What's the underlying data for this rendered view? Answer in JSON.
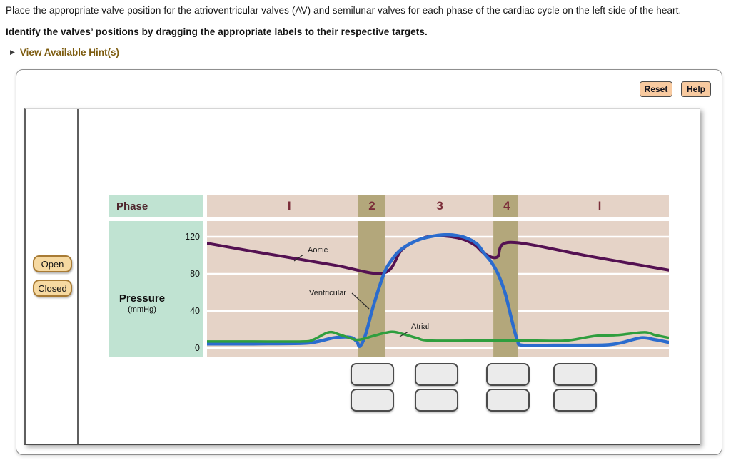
{
  "instructions": {
    "line1": "Place the appropriate valve position for the atrioventricular valves (AV) and semilunar valves for each phase of the cardiac cycle on the left side of the heart.",
    "line2": "Identify the valves’ positions by dragging the appropriate labels to their respective targets.",
    "hint_arrow": "▶",
    "hint_link": "View Available Hint(s)"
  },
  "toolbar": {
    "reset_label": "Reset",
    "help_label": "Help"
  },
  "drag_labels": [
    "Open",
    "Closed"
  ],
  "targets": {
    "count": 8,
    "rows": 2,
    "cols": 4
  },
  "colors": {
    "hint_link": "#7d5c10",
    "button_bg": "#f8caa0",
    "drag_label_bg": "#f6d9a1",
    "drag_label_border": "#a87b35",
    "mint": "#c0e3d2",
    "plot_bg": "#e5d3c7",
    "phase_band": "#b3a77b",
    "phase_text": "#7b2d39",
    "grid": "#ffffff"
  },
  "chart_data": {
    "type": "line",
    "title": "",
    "phase_row_label": "Phase",
    "phase_labels": [
      "I",
      "2",
      "3",
      "4",
      "I"
    ],
    "phase_label_pcts": [
      17.8,
      35.7,
      50.4,
      64.9,
      85.0
    ],
    "phase_bands": [
      {
        "from_pct": 32.7,
        "to_pct": 38.6
      },
      {
        "from_pct": 62.0,
        "to_pct": 67.3
      }
    ],
    "ylabel": "Pressure",
    "ylabel_units": "(mmHg)",
    "yticks": [
      120,
      80,
      40,
      0
    ],
    "ylim": [
      -9,
      137
    ],
    "grid": true,
    "x_units": "percent_of_cycle_window",
    "series": [
      {
        "name": "Aortic",
        "color": "#541152",
        "width": 4,
        "points": [
          [
            0,
            113
          ],
          [
            9,
            105
          ],
          [
            18.5,
            97
          ],
          [
            28,
            89
          ],
          [
            38.3,
            81
          ],
          [
            42.2,
            106
          ],
          [
            46.4,
            118
          ],
          [
            50.2,
            121
          ],
          [
            54.9,
            118
          ],
          [
            58,
            111
          ],
          [
            60,
            102
          ],
          [
            62.8,
            98
          ],
          [
            65.7,
            114
          ],
          [
            82.8,
            99
          ],
          [
            100,
            84
          ]
        ]
      },
      {
        "name": "Ventricular",
        "color": "#2b6cce",
        "width": 4.5,
        "points": [
          [
            0,
            4.5
          ],
          [
            10,
            4.5
          ],
          [
            20.6,
            5
          ],
          [
            24,
            7
          ],
          [
            27.5,
            11
          ],
          [
            31,
            11.5
          ],
          [
            32.4,
            7
          ],
          [
            33.1,
            2
          ],
          [
            34.3,
            14
          ],
          [
            36,
            45
          ],
          [
            38.3,
            80
          ],
          [
            40,
            95
          ],
          [
            42.2,
            107
          ],
          [
            46,
            117
          ],
          [
            50,
            121.5
          ],
          [
            53,
            122
          ],
          [
            56,
            119
          ],
          [
            58.5,
            112
          ],
          [
            60,
            102
          ],
          [
            61.5,
            93
          ],
          [
            63,
            80
          ],
          [
            64.5,
            60
          ],
          [
            66,
            30
          ],
          [
            67.2,
            8
          ],
          [
            68.3,
            3
          ],
          [
            75,
            3
          ],
          [
            82,
            3
          ],
          [
            87,
            3.5
          ],
          [
            90,
            6
          ],
          [
            94,
            11
          ],
          [
            97,
            9
          ],
          [
            100,
            6
          ]
        ]
      },
      {
        "name": "Atrial",
        "color": "#2f9e3e",
        "width": 3.5,
        "points": [
          [
            0,
            7
          ],
          [
            10,
            7
          ],
          [
            20.6,
            7
          ],
          [
            23,
            9
          ],
          [
            26.4,
            17
          ],
          [
            29,
            14
          ],
          [
            32.1,
            9
          ],
          [
            34,
            10
          ],
          [
            36,
            13
          ],
          [
            39.9,
            17.5
          ],
          [
            42.5,
            15
          ],
          [
            45.3,
            11
          ],
          [
            48.4,
            8
          ],
          [
            60,
            8
          ],
          [
            70,
            8
          ],
          [
            77.7,
            8
          ],
          [
            84,
            13
          ],
          [
            89,
            14
          ],
          [
            94.7,
            17
          ],
          [
            97,
            14
          ],
          [
            100,
            11
          ]
        ]
      }
    ],
    "annotations": [
      {
        "text": "Aortic",
        "tx": 141,
        "ty": 44,
        "line": [
          135,
          47,
          122,
          56
        ]
      },
      {
        "text": "Ventricular",
        "tx": 143,
        "ty": 104,
        "line": [
          203,
          101,
          227,
          123
        ]
      },
      {
        "text": "Atrial",
        "tx": 286,
        "ty": 151,
        "line": [
          282,
          155,
          270,
          162
        ]
      }
    ]
  }
}
